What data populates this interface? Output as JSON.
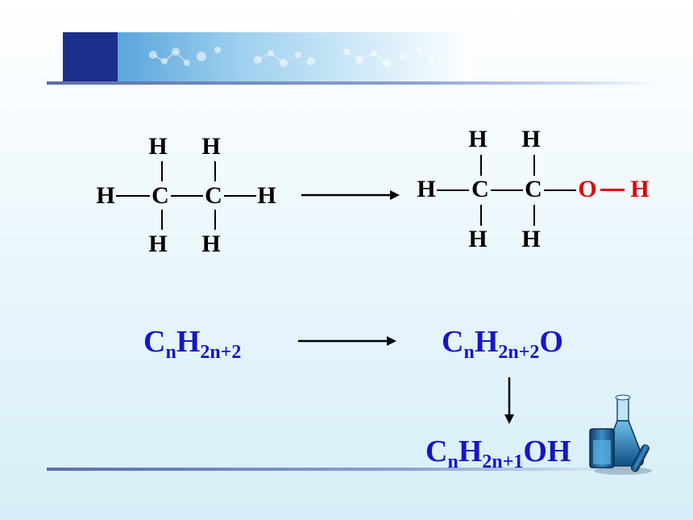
{
  "left_structure": {
    "top_h1": "H",
    "top_h2": "H",
    "left_h": "H",
    "c1": "C",
    "c2": "C",
    "right_h": "H",
    "bottom_h1": "H",
    "bottom_h2": "H"
  },
  "right_structure": {
    "top_h1": "H",
    "top_h2": "H",
    "left_h": "H",
    "c1": "C",
    "c2": "C",
    "o": "O",
    "oh_h": "H",
    "bottom_h1": "H",
    "bottom_h2": "H"
  },
  "formulas": {
    "alkane": {
      "c": "C",
      "c_sub": "n",
      "h": "H",
      "h_sub": "2n+2"
    },
    "intermediate": {
      "c": "C",
      "c_sub": "n",
      "h": "H",
      "h_sub": "2n+2",
      "tail": "O"
    },
    "alcohol": {
      "c": "C",
      "c_sub": "n",
      "h": "H",
      "h_sub": "2n+1",
      "tail": "OH"
    }
  },
  "colors": {
    "formula": "#1515c8",
    "highlight": "#e00000",
    "header": "#1c2f8a"
  },
  "icons": {
    "decoration": "lab-flask-icon",
    "arrows": "arrow-icon"
  }
}
